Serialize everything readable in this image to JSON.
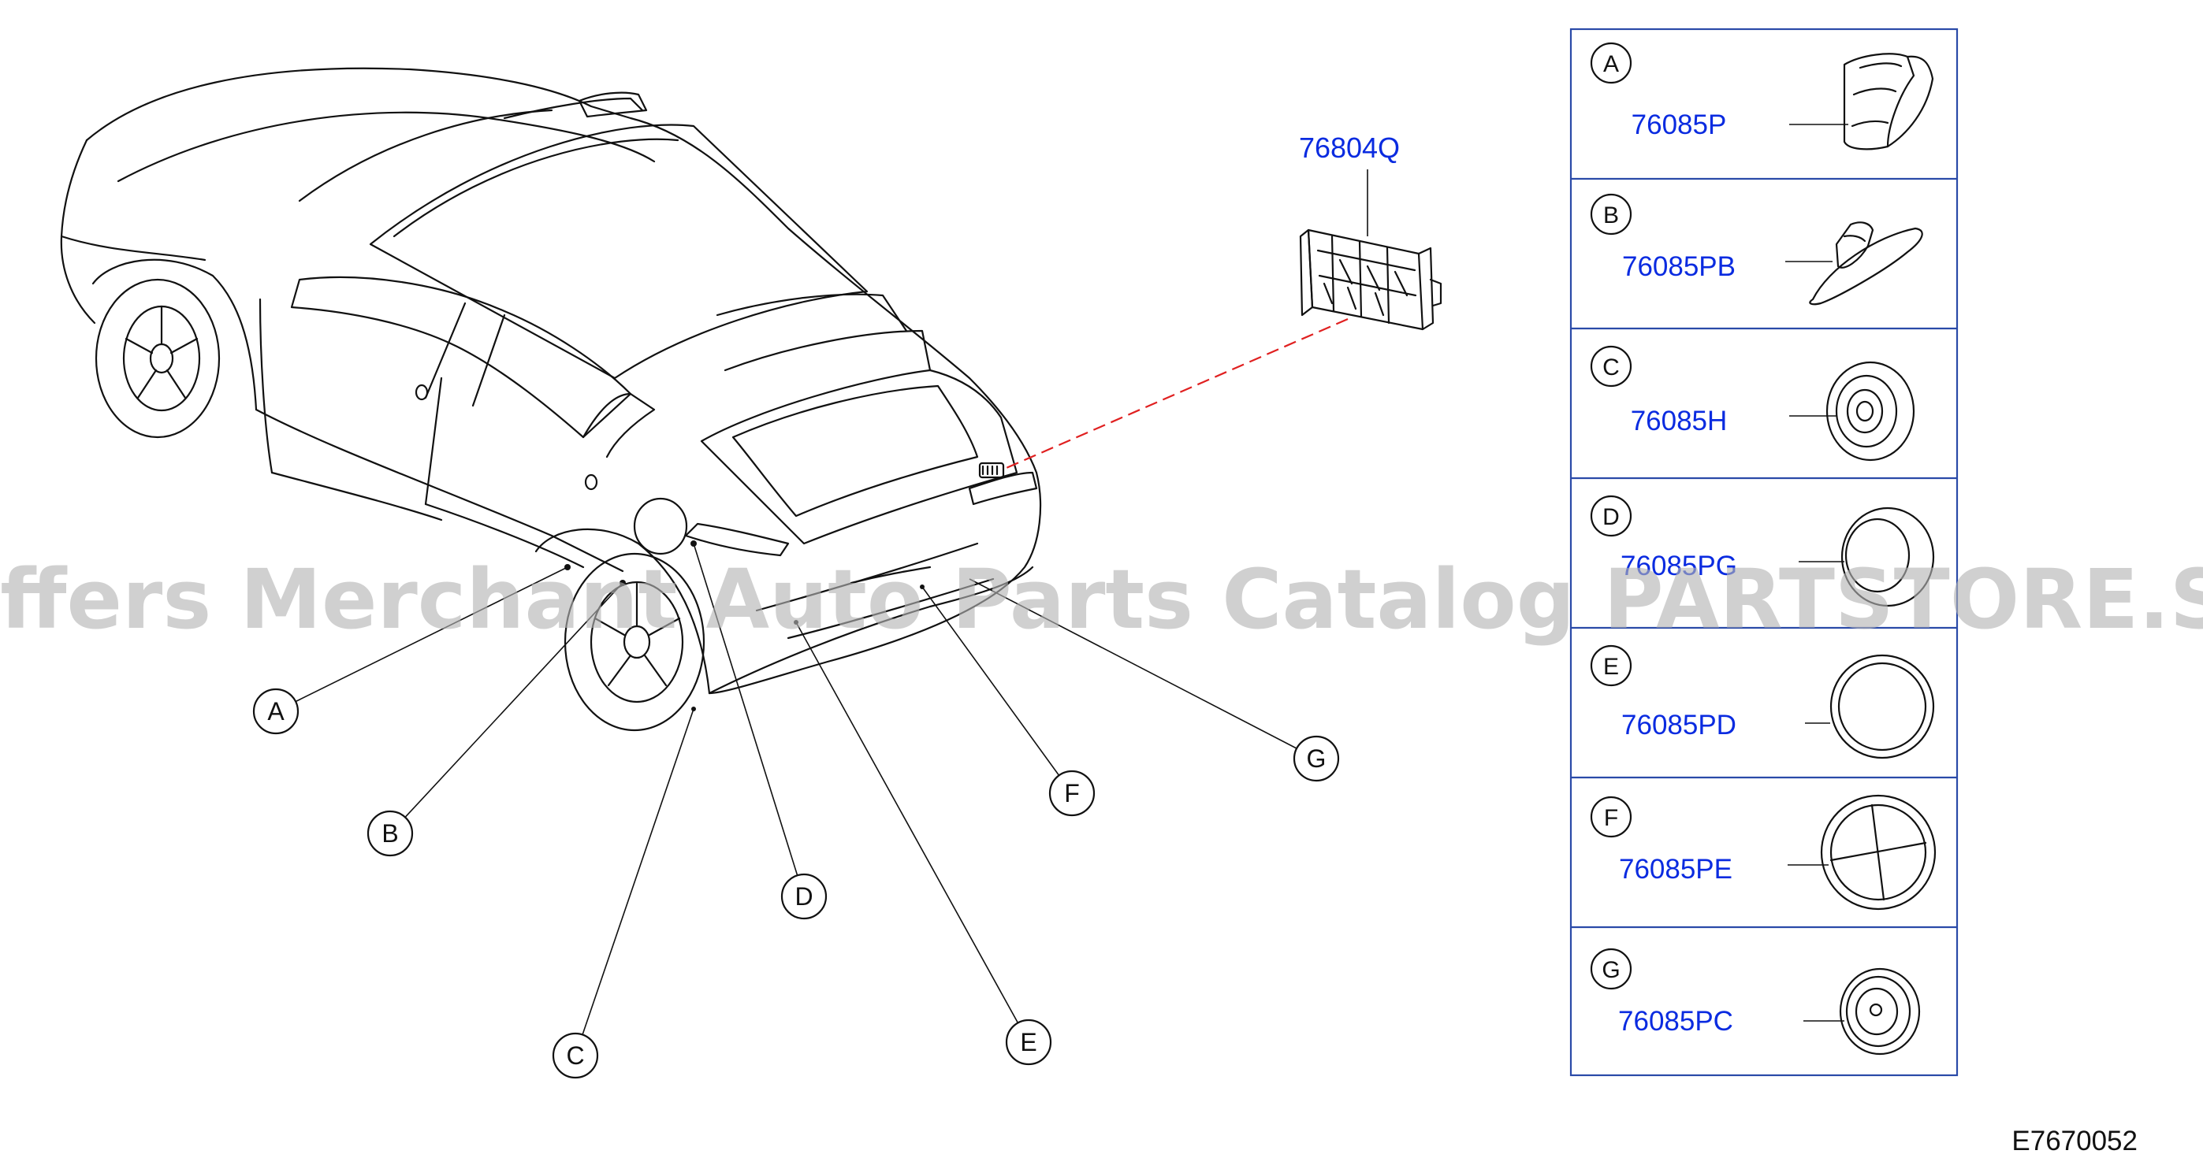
{
  "main_part": {
    "number": "76804Q"
  },
  "parts": [
    {
      "letter": "A",
      "number": "76085P",
      "icon": "cone-grommet-icon"
    },
    {
      "letter": "B",
      "number": "76085PB",
      "icon": "flanged-plug-icon"
    },
    {
      "letter": "C",
      "number": "76085H",
      "icon": "ring-grommet-icon"
    },
    {
      "letter": "D",
      "number": "76085PG",
      "icon": "cap-plug-icon"
    },
    {
      "letter": "E",
      "number": "76085PD",
      "icon": "flat-plug-icon"
    },
    {
      "letter": "F",
      "number": "76085PE",
      "icon": "cross-plug-icon"
    },
    {
      "letter": "G",
      "number": "76085PC",
      "icon": "center-hole-plug-icon"
    }
  ],
  "callouts": [
    "A",
    "B",
    "C",
    "D",
    "E",
    "F",
    "G"
  ],
  "diagram_code": "E7670052",
  "watermark": "Offers Merchant Auto Parts Catalog PARTSTORE.SA",
  "colors": {
    "part_number": "#0a2be0",
    "leader_dashed": "#e02020",
    "panel_border": "#2a4aa8",
    "watermark": "#b4b4b4"
  }
}
